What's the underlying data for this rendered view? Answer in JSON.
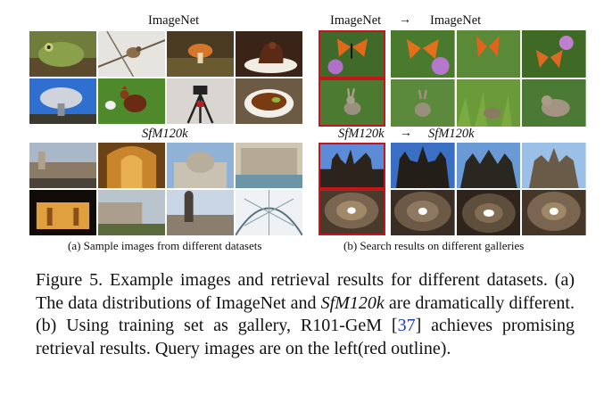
{
  "panel_a": {
    "title_top": "ImageNet",
    "title_bottom": "SfM120k",
    "caption": "(a) Sample images from different datasets",
    "imagenet_images": [
      "frog",
      "bird-on-branch",
      "mushroom",
      "dessert",
      "radio-telescope",
      "rooster",
      "tripod-camera",
      "soup-bowl"
    ],
    "sfm_images": [
      "city-square",
      "cathedral-interior",
      "domed-building",
      "fountain-plaza",
      "lit-fountain-night",
      "colonnade-street",
      "statue-rooftop",
      "glass-dome"
    ]
  },
  "panel_b": {
    "top_left_label": "ImageNet",
    "top_right_label": "ImageNet",
    "bottom_left_label": "SfM120k",
    "bottom_right_label": "SfM120k",
    "arrow": "→",
    "caption": "(b) Search results on different galleries",
    "imagenet_results": [
      "butterfly-on-flowers",
      "butterfly-on-flowers",
      "butterfly-on-leaves",
      "butterfly-on-lilac",
      "rabbit-in-grass",
      "rabbit-in-grass",
      "rabbit-in-tall-grass",
      "rabbit-on-lawn"
    ],
    "sfm_results": [
      "cathedral-facade",
      "cathedral-facade",
      "cathedral-facade",
      "cathedral-facade",
      "pantheon-oculus",
      "pantheon-oculus",
      "pantheon-oculus",
      "pantheon-oculus"
    ]
  },
  "figure_caption": {
    "p1": "Figure 5.   Example images and retrieval results for different datasets.  (a) The data distributions of ImageNet and ",
    "p1_ital": "SfM120k",
    "p2": " are dramatically different. (b) Using training set as gallery, R101-GeM [",
    "cite": "37",
    "p3": "] achieves promising retrieval results.  Query images are on the left(red outline)."
  },
  "colors": {
    "query_outline": "#c4161c",
    "citation": "#1a3cc8"
  }
}
